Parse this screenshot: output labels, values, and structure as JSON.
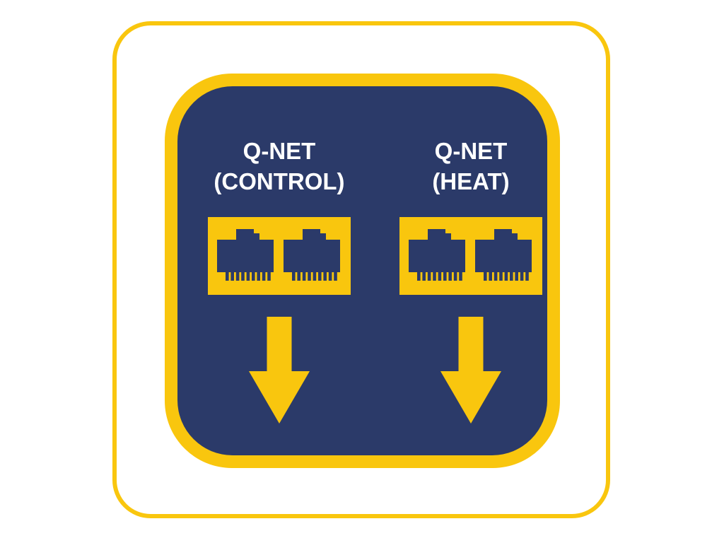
{
  "badge": {
    "columns": [
      {
        "line1": "Q-NET",
        "line2": "(CONTROL)",
        "icon": "dual-ethernet-port-icon",
        "arrow": "down-arrow-icon"
      },
      {
        "line1": "Q-NET",
        "line2": "(HEAT)",
        "icon": "dual-ethernet-port-icon",
        "arrow": "down-arrow-icon"
      }
    ]
  },
  "colors": {
    "yellow": "#F9C60E",
    "navy": "#2B3A69",
    "white": "#FFFFFF"
  }
}
